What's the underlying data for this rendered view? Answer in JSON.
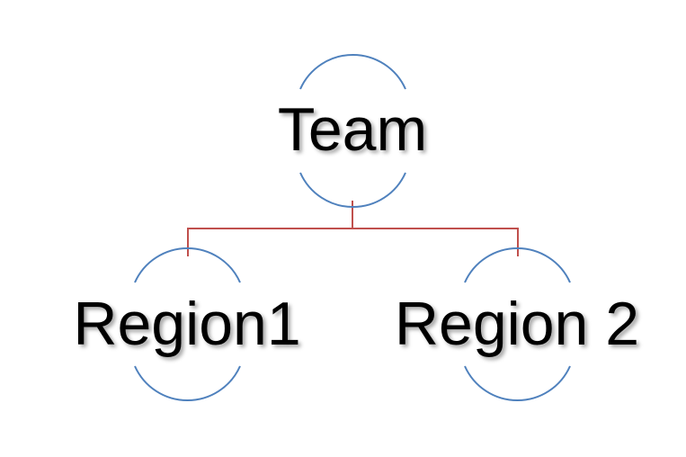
{
  "diagram": {
    "nodes": [
      {
        "id": "team",
        "label": "Team"
      },
      {
        "id": "region1",
        "label": "Region1"
      },
      {
        "id": "region2",
        "label": "Region 2"
      }
    ],
    "edges": [
      {
        "from": "team",
        "to": "region1"
      },
      {
        "from": "team",
        "to": "region2"
      }
    ],
    "colors": {
      "arc": "#4f81bd",
      "connector": "#c0504d",
      "text": "#000000"
    }
  }
}
